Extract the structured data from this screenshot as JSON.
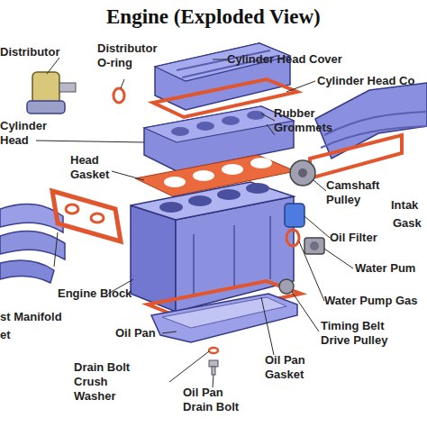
{
  "diagram": {
    "title": "Engine (Exploded View)",
    "labels": [
      "Distributor",
      "Distributor O-ring",
      "Cylinder Head Cover",
      "Cylinder Head Co",
      "Rubber Grommets",
      "Cylinder Head",
      "Head Gasket",
      "Camshaft Pulley",
      "Intak",
      "Gask",
      "Oil Filter",
      "Water Pum",
      "Water Pump Gas",
      "Engine Block",
      "st Manifold",
      "et",
      "Oil Pan",
      "Timing Belt Drive Pulley",
      "Oil Pan Gasket",
      "Drain Bolt Crush Washer",
      "Oil Pan Drain Bolt"
    ]
  }
}
